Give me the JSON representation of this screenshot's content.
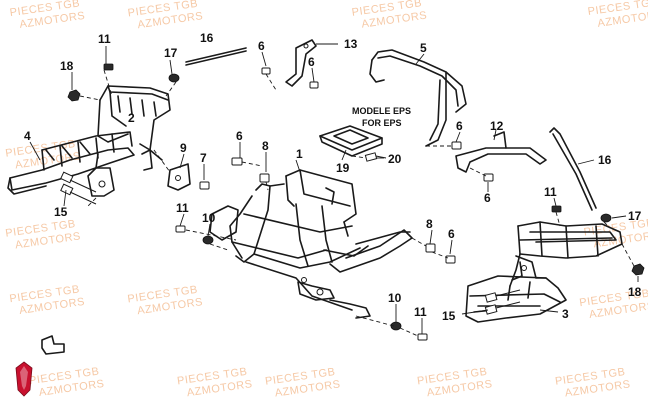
{
  "watermark": {
    "line1": "PIECES TGB",
    "line2": "AZMOTORS"
  },
  "note": {
    "line1": "MODELE EPS",
    "line2": "FOR EPS"
  },
  "callouts": {
    "c1": "1",
    "c2": "2",
    "c3": "3",
    "c4": "4",
    "c5": "5",
    "c6": "6",
    "c7": "7",
    "c8": "8",
    "c9": "9",
    "c10": "10",
    "c11": "11",
    "c12": "12",
    "c13": "13",
    "c15": "15",
    "c16": "16",
    "c17": "17",
    "c18": "18",
    "c19": "19",
    "c20": "20"
  },
  "colors": {
    "watermark": "#f6c9a6",
    "logo": "#c8102e",
    "lines": "#1a1a1a"
  },
  "logo_icon": "arrowhead-shield-icon"
}
